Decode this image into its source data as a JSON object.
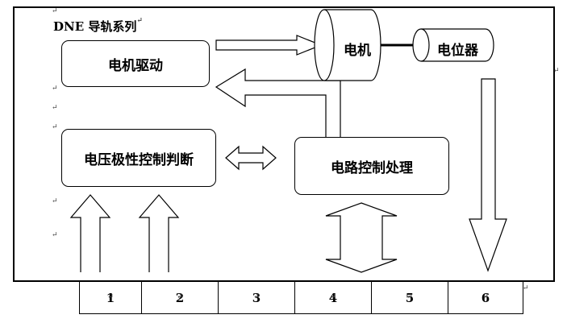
{
  "title": "DNE  导轨系列",
  "blocks": {
    "motor_drive": "电机驱动",
    "voltage_polarity": "电压极性控制判断",
    "circuit_control": "电路控制处理",
    "motor": "电机",
    "potentiometer": "电位器"
  },
  "ports": [
    "1",
    "2",
    "3",
    "4",
    "5",
    "6"
  ],
  "paragraph_mark": "↵"
}
